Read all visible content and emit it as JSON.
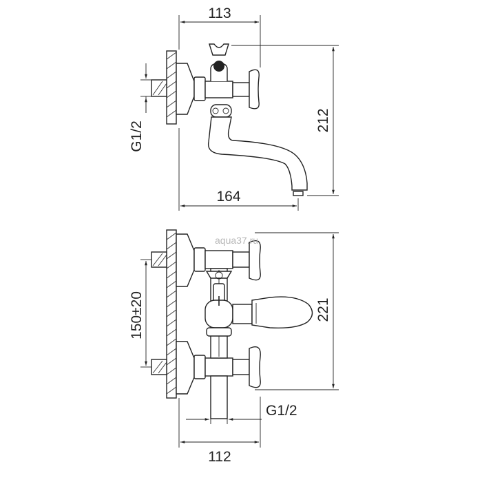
{
  "watermark": "aqua37.ru",
  "top_view": {
    "dim_top_width": "113",
    "dim_height": "212",
    "dim_bottom_width": "164",
    "dim_thread": "G1/2"
  },
  "front_view": {
    "dim_height": "221",
    "dim_center_distance": "150±20",
    "dim_thread": "G1/2",
    "dim_bottom_width": "112"
  }
}
